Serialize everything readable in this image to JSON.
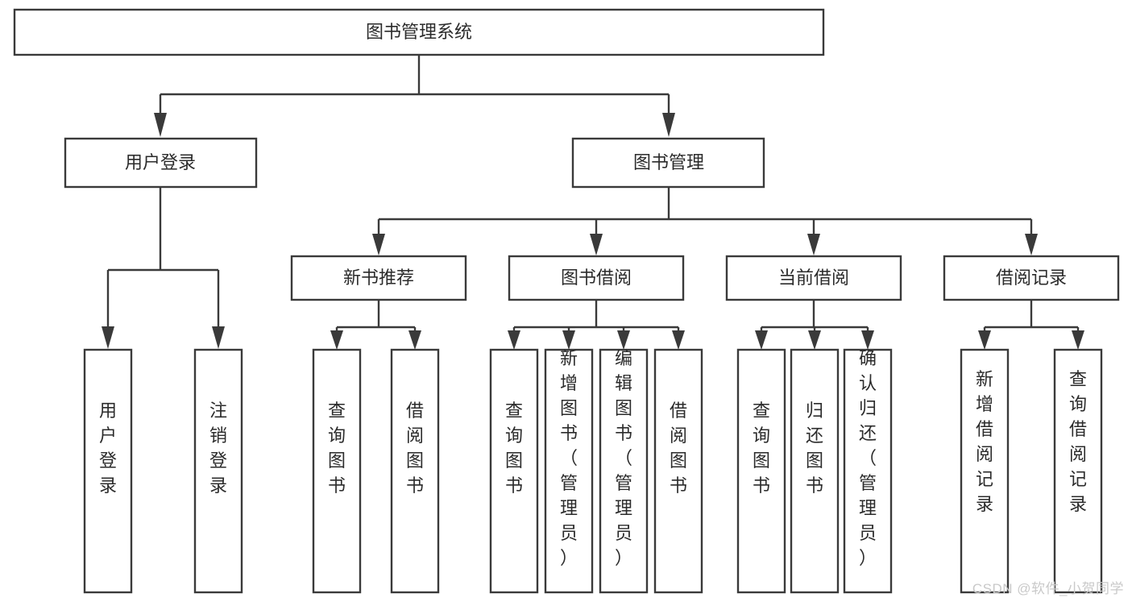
{
  "diagram": {
    "type": "tree-hierarchy-chart",
    "title": "图书管理系统",
    "watermark": "CSDN @软件_小贺同学",
    "colors": {
      "stroke": "#3a3a3a",
      "fill": "#ffffff",
      "text": "#2b2b2b",
      "watermark": "#c9c9c9"
    },
    "nodes": {
      "root": {
        "label": "图书管理系统",
        "orientation": "horizontal"
      },
      "level1": [
        {
          "id": "user-login",
          "label": "用户登录",
          "orientation": "horizontal"
        },
        {
          "id": "book-manage",
          "label": "图书管理",
          "orientation": "horizontal"
        }
      ],
      "level2": [
        {
          "id": "new-book-rec",
          "label": "新书推荐",
          "orientation": "horizontal",
          "parent": "book-manage"
        },
        {
          "id": "book-borrow",
          "label": "图书借阅",
          "orientation": "horizontal",
          "parent": "book-manage"
        },
        {
          "id": "current-borrow",
          "label": "当前借阅",
          "orientation": "horizontal",
          "parent": "book-manage"
        },
        {
          "id": "borrow-record",
          "label": "借阅记录",
          "orientation": "horizontal",
          "parent": "book-manage"
        }
      ],
      "leaves": [
        {
          "id": "leaf-user-login",
          "label": "用户登录",
          "orientation": "vertical",
          "parent": "user-login"
        },
        {
          "id": "leaf-user-logout",
          "label": "注销登录",
          "orientation": "vertical",
          "parent": "user-login"
        },
        {
          "id": "leaf-query-book-1",
          "label": "查询图书",
          "orientation": "vertical",
          "parent": "new-book-rec"
        },
        {
          "id": "leaf-borrow-book-1",
          "label": "借阅图书",
          "orientation": "vertical",
          "parent": "new-book-rec"
        },
        {
          "id": "leaf-query-book-2",
          "label": "查询图书",
          "orientation": "vertical",
          "parent": "book-borrow"
        },
        {
          "id": "leaf-add-book",
          "label": "新增图书（管理员）",
          "orientation": "vertical",
          "parent": "book-borrow"
        },
        {
          "id": "leaf-edit-book",
          "label": "编辑图书（管理员）",
          "orientation": "vertical",
          "parent": "book-borrow"
        },
        {
          "id": "leaf-borrow-book-2",
          "label": "借阅图书",
          "orientation": "vertical",
          "parent": "book-borrow"
        },
        {
          "id": "leaf-query-book-3",
          "label": "查询图书",
          "orientation": "vertical",
          "parent": "current-borrow"
        },
        {
          "id": "leaf-return-book",
          "label": "归还图书",
          "orientation": "vertical",
          "parent": "current-borrow"
        },
        {
          "id": "leaf-confirm-return",
          "label": "确认归还（管理员）",
          "orientation": "vertical",
          "parent": "current-borrow"
        },
        {
          "id": "leaf-add-record",
          "label": "新增借阅记录",
          "orientation": "vertical",
          "parent": "borrow-record"
        },
        {
          "id": "leaf-query-record",
          "label": "查询借阅记录",
          "orientation": "vertical",
          "parent": "borrow-record"
        }
      ]
    }
  }
}
